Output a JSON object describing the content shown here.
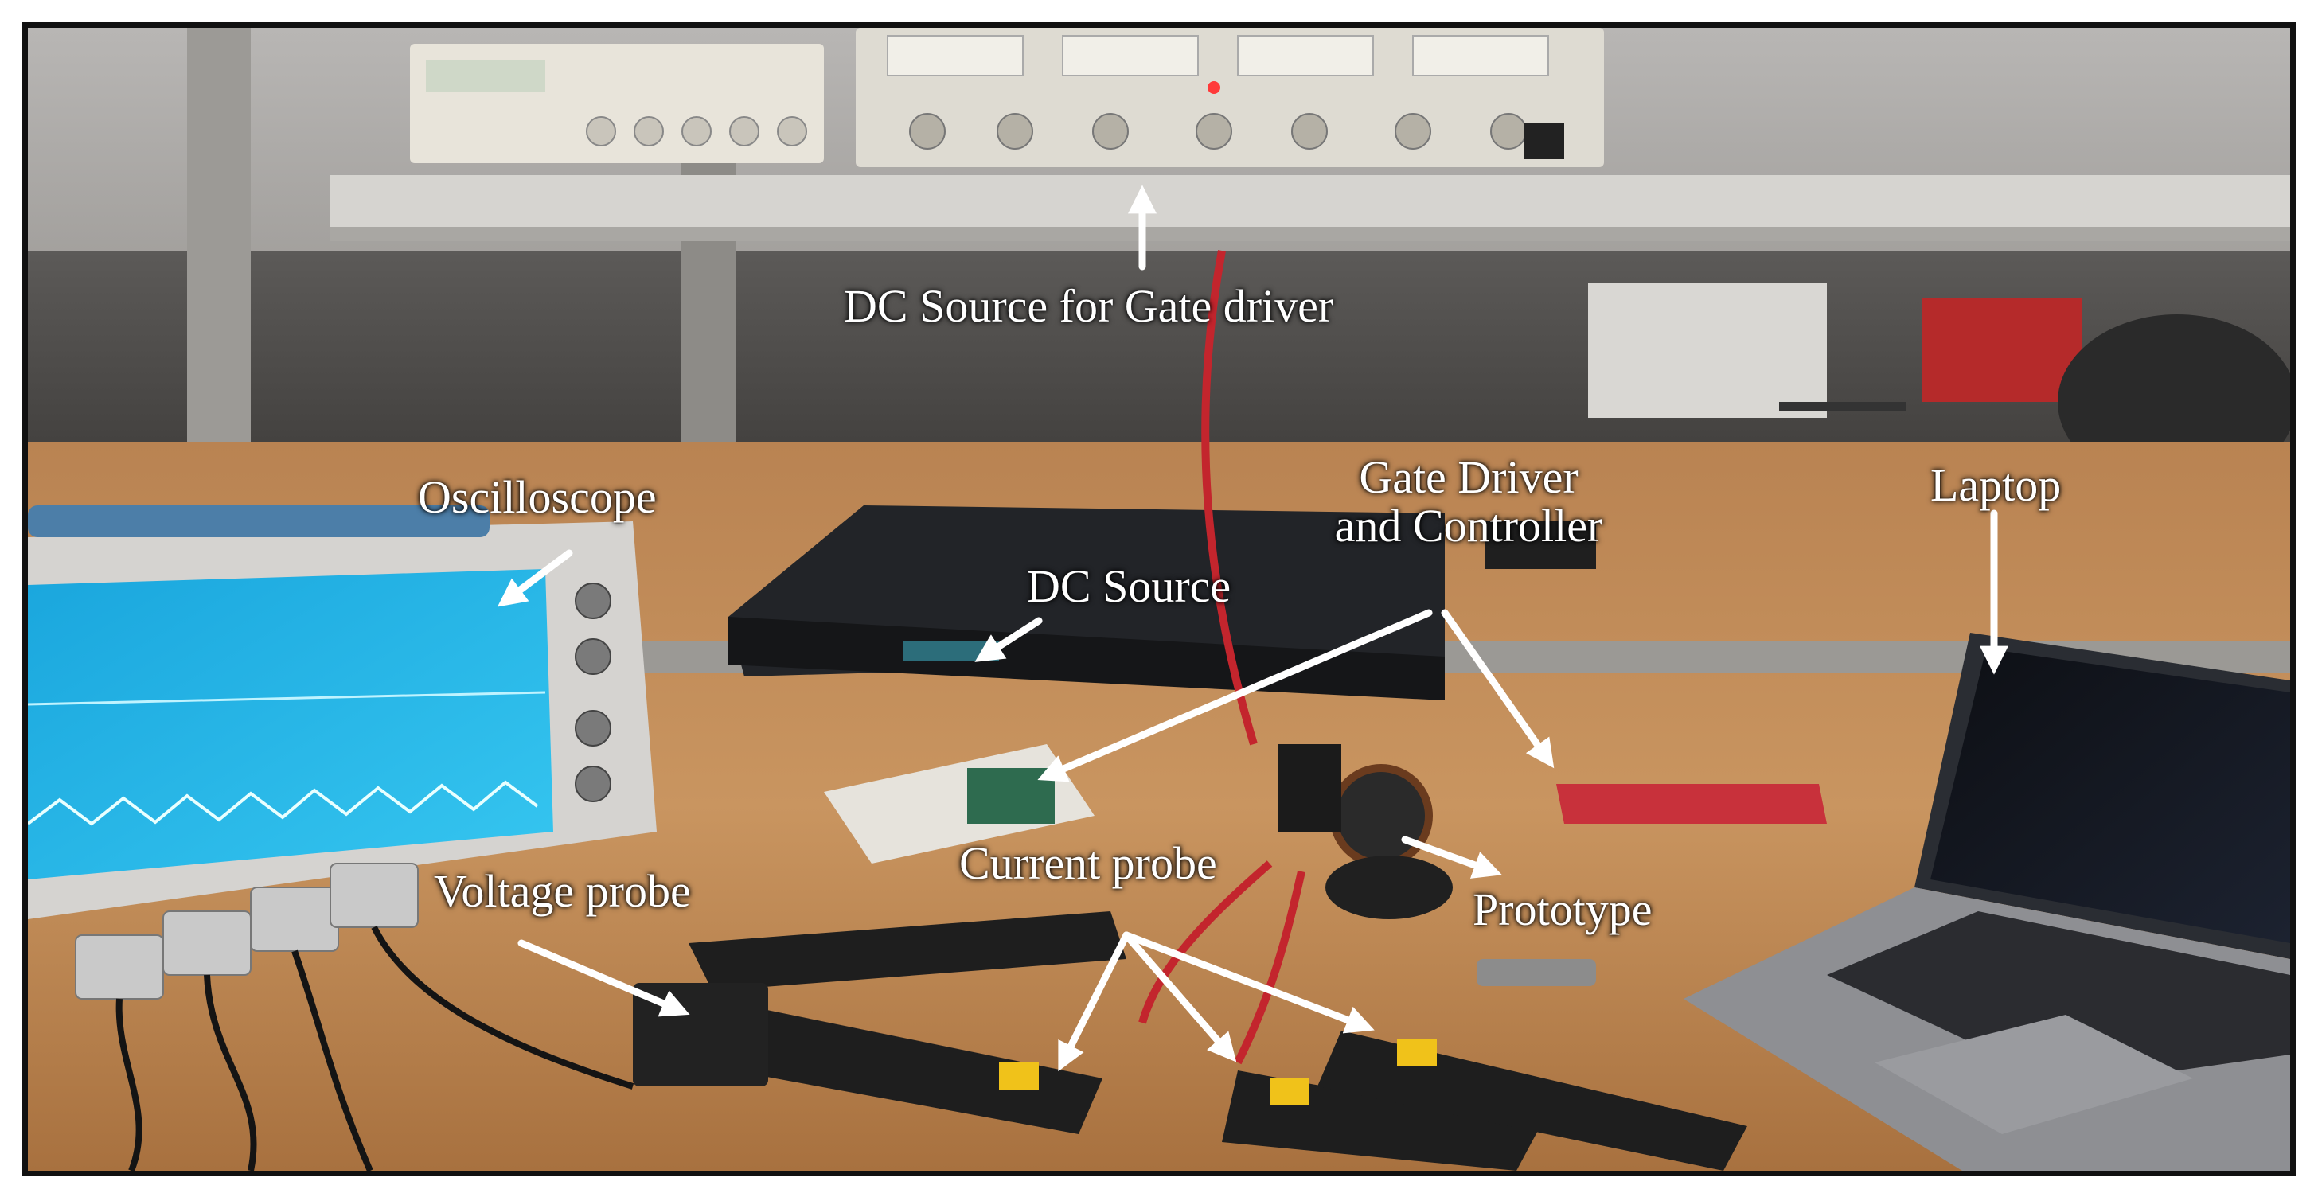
{
  "figure": {
    "labels": {
      "dc_source_gate_driver": "DC Source for Gate driver",
      "oscilloscope": "Oscilloscope",
      "gate_driver_line1": "Gate Driver",
      "gate_driver_line2": "and Controller",
      "laptop": "Laptop",
      "dc_source": "DC Source",
      "current_probe": "Current probe",
      "voltage_probe": "Voltage probe",
      "prototype": "Prototype"
    },
    "colors": {
      "label_text": "#ffffff",
      "arrow": "#ffffff",
      "frame": "#111111",
      "bench_wood": "#c9925a",
      "probe_body": "#1e1e1e",
      "scope_screen": "#22b7e8",
      "controller_board": "#c8313b"
    }
  }
}
